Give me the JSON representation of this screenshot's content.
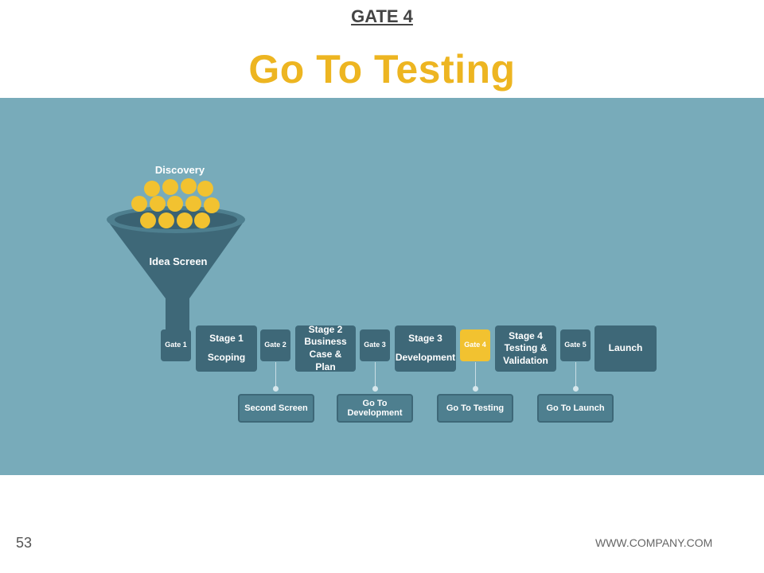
{
  "header": {
    "gate_label": "GATE 4",
    "title": "Go To Testing"
  },
  "funnel": {
    "top_label": "Discovery",
    "body_label": "Idea Screen"
  },
  "flow": {
    "gates": [
      {
        "label": "Gate 1",
        "active": false
      },
      {
        "label": "Gate 2",
        "active": false
      },
      {
        "label": "Gate 3",
        "active": false
      },
      {
        "label": "Gate 4",
        "active": true
      },
      {
        "label": "Gate 5",
        "active": false
      }
    ],
    "stages": [
      {
        "lines": [
          "Stage 1",
          "Scoping"
        ]
      },
      {
        "lines": [
          "Stage 2",
          "Business",
          "Case & Plan"
        ]
      },
      {
        "lines": [
          "Stage 3",
          "Development"
        ]
      },
      {
        "lines": [
          "Stage 4",
          "Testing &",
          "Validation"
        ]
      },
      {
        "lines": [
          "Launch"
        ]
      }
    ],
    "outcomes": [
      "Second Screen",
      "Go To Development",
      "Go To Testing",
      "Go To Launch"
    ]
  },
  "footer": {
    "page_number": "53",
    "website": "WWW.COMPANY.COM"
  },
  "colors": {
    "accent": "#EDB521",
    "band": "#78ABBA",
    "box": "#3E6878",
    "active_gate": "#F2C230"
  }
}
